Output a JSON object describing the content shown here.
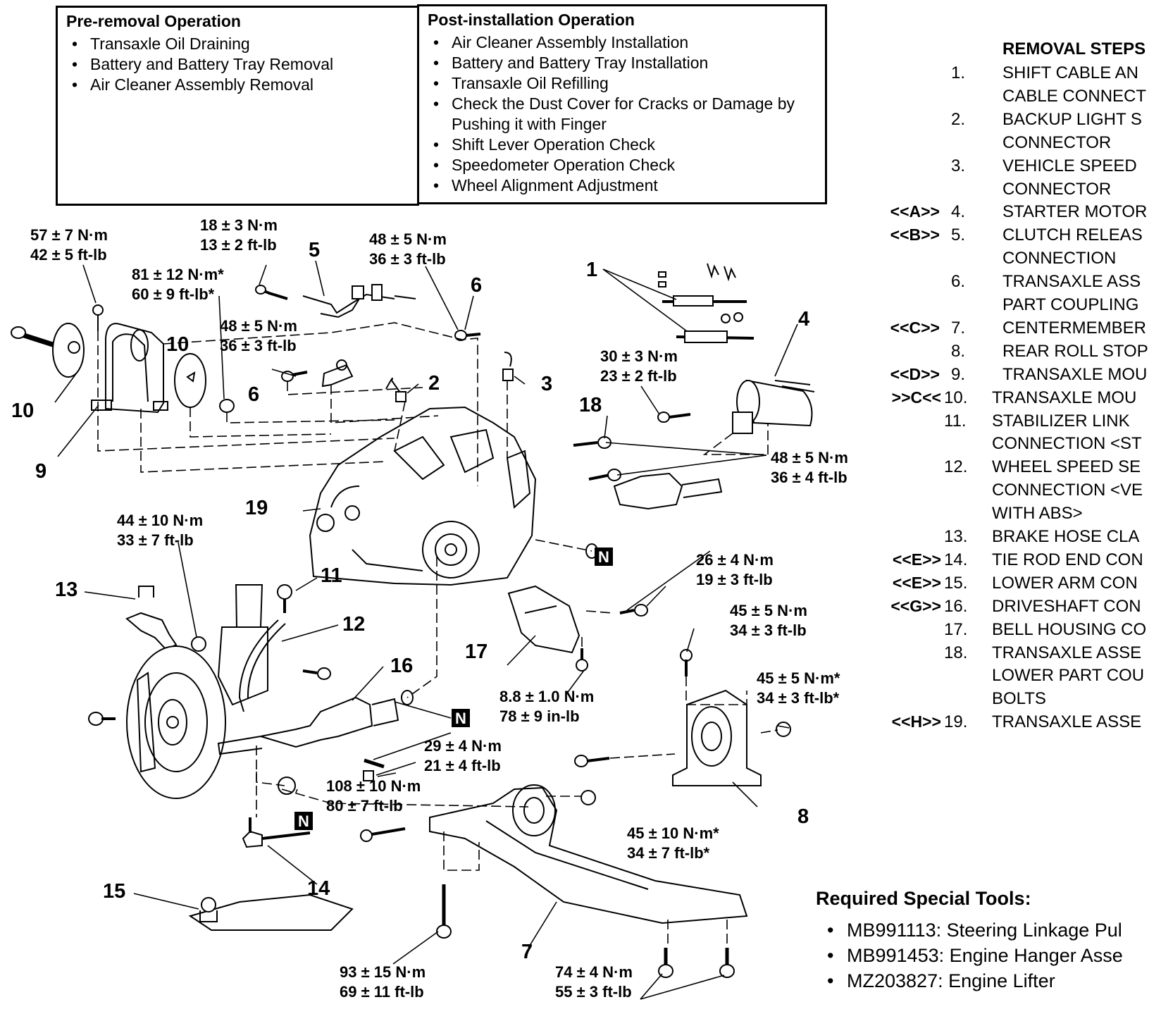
{
  "pre_removal": {
    "title": "Pre-removal Operation",
    "items": [
      "Transaxle Oil Draining",
      "Battery and Battery Tray Removal",
      "Air Cleaner Assembly Removal"
    ]
  },
  "post_installation": {
    "title": "Post-installation Operation",
    "items": [
      "Air Cleaner Assembly Installation",
      "Battery and Battery Tray Installation",
      "Transaxle Oil Refilling",
      "Check the Dust Cover for Cracks or Damage by Pushing it with Finger",
      "Shift Lever Operation Check",
      "Speedometer Operation Check",
      "Wheel Alignment Adjustment"
    ]
  },
  "removal_steps": {
    "title": "REMOVAL STEPS",
    "lines": [
      {
        "code": "",
        "num": "1.",
        "text": "SHIFT CABLE AN"
      },
      {
        "code": "",
        "num": "",
        "text": "CABLE CONNECT"
      },
      {
        "code": "",
        "num": "2.",
        "text": "BACKUP LIGHT S"
      },
      {
        "code": "",
        "num": "",
        "text": "CONNECTOR"
      },
      {
        "code": "",
        "num": "3.",
        "text": "VEHICLE SPEED"
      },
      {
        "code": "",
        "num": "",
        "text": "CONNECTOR"
      },
      {
        "code": "<<A>>",
        "num": "4.",
        "text": "STARTER MOTOR"
      },
      {
        "code": "<<B>>",
        "num": "5.",
        "text": "CLUTCH RELEAS"
      },
      {
        "code": "",
        "num": "",
        "text": "CONNECTION"
      },
      {
        "code": "",
        "num": "6.",
        "text": "TRANSAXLE ASS"
      },
      {
        "code": "",
        "num": "",
        "text": "PART COUPLING"
      },
      {
        "code": "<<C>>",
        "num": "7.",
        "text": "CENTERMEMBER"
      },
      {
        "code": "",
        "num": "8.",
        "text": "REAR ROLL STOP"
      },
      {
        "code": "<<D>>",
        "num": "9.",
        "text": "TRANSAXLE MOU"
      },
      {
        "code": ">>C<<",
        "num": "10.",
        "text": "TRANSAXLE MOU"
      },
      {
        "code": "",
        "num": "11.",
        "text": "STABILIZER LINK"
      },
      {
        "code": "",
        "num": "",
        "text": "CONNECTION <ST"
      },
      {
        "code": "",
        "num": "12.",
        "text": "WHEEL SPEED SE"
      },
      {
        "code": "",
        "num": "",
        "text": "CONNECTION <VE"
      },
      {
        "code": "",
        "num": "",
        "text": "WITH ABS>"
      },
      {
        "code": "",
        "num": "13.",
        "text": "BRAKE HOSE CLA"
      },
      {
        "code": "<<E>>",
        "num": "14.",
        "text": "TIE ROD END CON"
      },
      {
        "code": "<<E>>",
        "num": "15.",
        "text": "LOWER ARM CON"
      },
      {
        "code": "<<G>>",
        "num": "16.",
        "text": "DRIVESHAFT CON"
      },
      {
        "code": "",
        "num": "17.",
        "text": "BELL HOUSING CO"
      },
      {
        "code": "",
        "num": "18.",
        "text": "TRANSAXLE ASSE"
      },
      {
        "code": "",
        "num": "",
        "text": "LOWER PART COU"
      },
      {
        "code": "",
        "num": "",
        "text": "BOLTS"
      },
      {
        "code": "<<H>>",
        "num": "19.",
        "text": "TRANSAXLE ASSE"
      }
    ]
  },
  "special_tools": {
    "title": "Required Special Tools:",
    "items": [
      "MB991113: Steering Linkage Pul",
      "MB991453: Engine Hanger Asse",
      "MZ203827: Engine Lifter"
    ]
  },
  "torques": {
    "t1": [
      "57 ± 7 N·m",
      "42 ± 5 ft-lb"
    ],
    "t2": [
      "18 ± 3 N·m",
      "13 ± 2 ft-lb"
    ],
    "t3": [
      "81 ± 12 N·m*",
      "60 ± 9 ft-lb*"
    ],
    "t4": [
      "48 ± 5 N·m",
      "36 ± 3 ft-lb"
    ],
    "t5": [
      "48 ± 5 N·m",
      "36 ± 3 ft-lb"
    ],
    "t6": [
      "30 ± 3 N·m",
      "23 ± 2 ft-lb"
    ],
    "t7": [
      "48 ± 5 N·m",
      "36 ± 4 ft-lb"
    ],
    "t8": [
      "44 ± 10 N·m",
      "33 ± 7 ft-lb"
    ],
    "t9": [
      "26 ± 4 N·m",
      "19 ± 3 ft-lb"
    ],
    "t10": [
      "45 ± 5 N·m",
      "34 ± 3 ft-lb"
    ],
    "t11": [
      "45 ± 5 N·m*",
      "34 ± 3 ft-lb*"
    ],
    "t12": [
      "8.8 ± 1.0 N·m",
      "78 ± 9 in-lb"
    ],
    "t13": [
      "29 ± 4 N·m",
      "21 ± 4 ft-lb"
    ],
    "t14": [
      "108 ± 10 N·m",
      "80 ± 7 ft-lb"
    ],
    "t15": [
      "45 ± 10 N·m*",
      "34 ± 7 ft-lb*"
    ],
    "t16": [
      "93 ± 15 N·m",
      "69 ± 11 ft-lb"
    ],
    "t17": [
      "74 ± 4 N·m",
      "55 ± 3 ft-lb"
    ]
  },
  "callouts": {
    "c1": "1",
    "c2": "2",
    "c3": "3",
    "c4": "4",
    "c5": "5",
    "c6a": "6",
    "c6b": "6",
    "c7": "7",
    "c8": "8",
    "c9": "9",
    "c10a": "10",
    "c10b": "10",
    "c11": "11",
    "c12": "12",
    "c13": "13",
    "c14": "14",
    "c15": "15",
    "c16": "16",
    "c17": "17",
    "c18": "18",
    "c19": "19"
  },
  "n_mark": "N"
}
